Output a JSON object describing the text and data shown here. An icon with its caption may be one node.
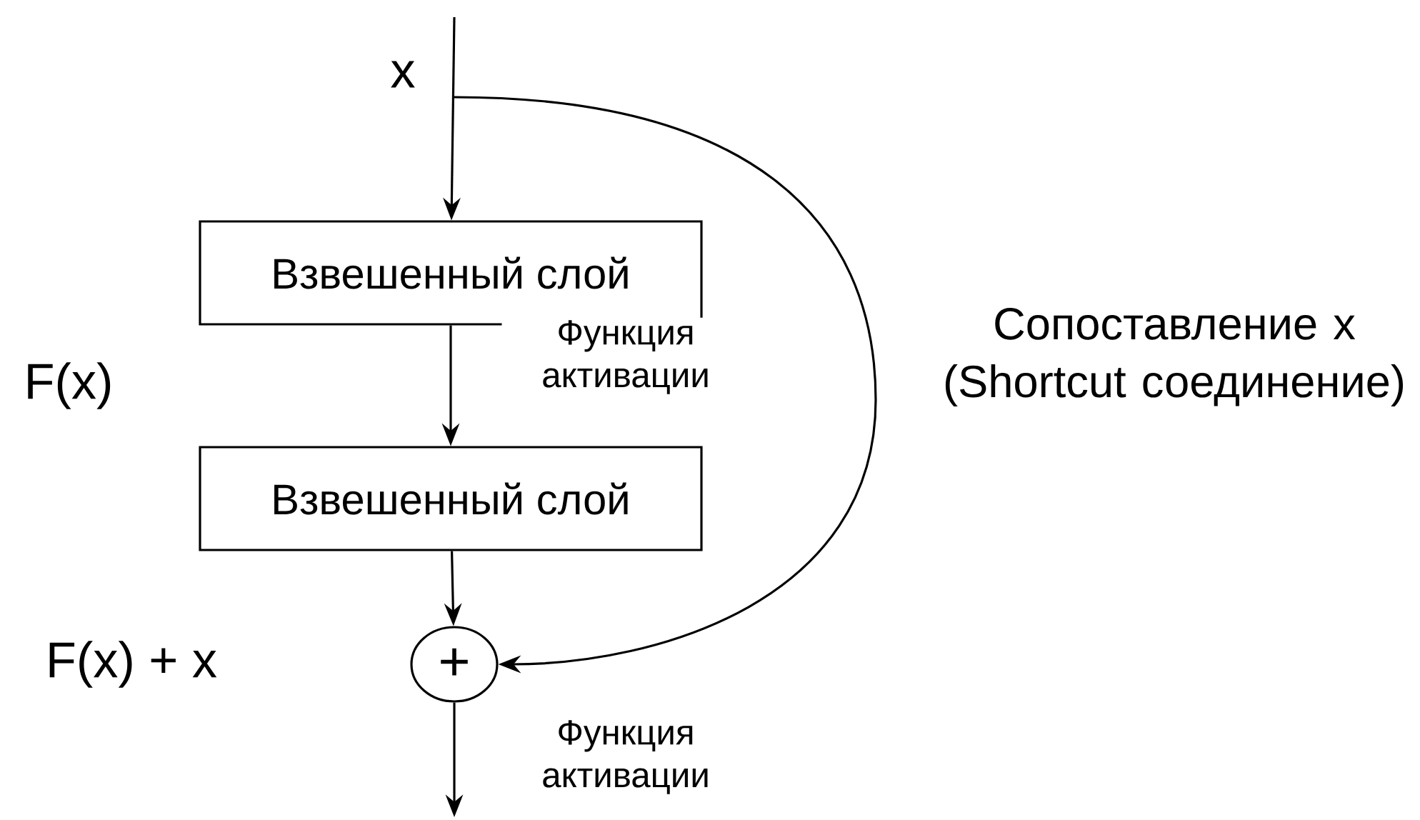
{
  "diagram": {
    "nodes": [
      {
        "text": [
          "Взвешенный слой"
        ]
      },
      {
        "text": [
          "Взвешенный слой"
        ]
      },
      {
        "text": [
          "+"
        ]
      }
    ],
    "edges": [
      {
        "from": null,
        "to": 0,
        "arrow": "to"
      },
      {
        "from": 0,
        "to": 1,
        "arrow": "to",
        "label": "Функция активации"
      },
      {
        "from": 1,
        "to": 2,
        "arrow": "to"
      },
      {
        "from": 2,
        "to": null,
        "arrow": "to",
        "label": "Функция активации"
      },
      {
        "from": null,
        "to": 2,
        "arrow": "to",
        "label": "Сопоставление x (Shortcut соединение)"
      }
    ],
    "labels": [
      "x",
      "F(x)",
      "F(x) + x"
    ]
  }
}
